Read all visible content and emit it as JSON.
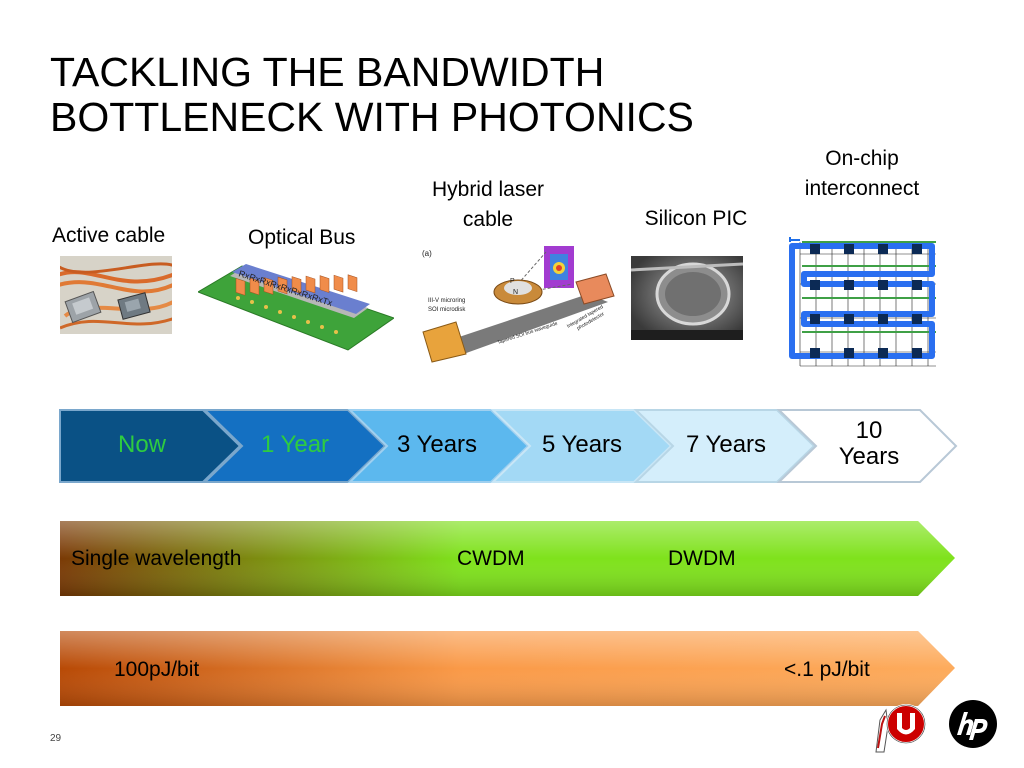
{
  "slide": {
    "title_line1": "TACKLING THE BANDWIDTH",
    "title_line2": "BOTTLENECK WITH PHOTONICS",
    "page_number": "29"
  },
  "technologies": [
    {
      "label": "Active cable",
      "icon": "cable-photo"
    },
    {
      "label": "Optical Bus",
      "icon": "optical-bus-diagram"
    },
    {
      "label_line1": "Hybrid laser",
      "label_line2": "cable",
      "icon": "microring-laser-diagram",
      "figure_texts": {
        "panel": "(a)",
        "t1": "III-V microring",
        "t2": "SOI microdisk",
        "t3": "Tapered SOI bus waveguide",
        "t4": "Integrated tapered",
        "t5": "photodetector",
        "p": "P",
        "n": "N"
      }
    },
    {
      "label": "Silicon PIC",
      "icon": "sem-micrograph"
    },
    {
      "label_line1": "On-chip",
      "label_line2": "interconnect",
      "icon": "mesh-network-diagram"
    }
  ],
  "optical_bus_text": "RxRxRxRxRxRxRxRxTx",
  "timeline": {
    "stages": [
      {
        "label": "Now",
        "color": "#0a5185",
        "text_color": "#2ecc40"
      },
      {
        "label": "1 Year",
        "color": "#1470c2",
        "text_color": "#2ecc40"
      },
      {
        "label": "3 Years",
        "color": "#5cb8ee",
        "text_color": "#000000"
      },
      {
        "label": "5 Years",
        "color": "#a3d9f5",
        "text_color": "#000000"
      },
      {
        "label": "7 Years",
        "color": "#d4eefb",
        "text_color": "#000000"
      },
      {
        "label_line1": "10",
        "label_line2": "Years",
        "color": "#ffffff",
        "text_color": "#000000"
      }
    ]
  },
  "wavelength_bar": {
    "labels": [
      "Single wavelength",
      "CWDM",
      "DWDM"
    ],
    "gradient_from": "#7a3a05",
    "gradient_to": "#7fe21c"
  },
  "energy_bar": {
    "labels": [
      "100pJ/bit",
      "<.1 pJ/bit"
    ],
    "gradient_from": "#b84a06",
    "gradient_to": "#fdab5c"
  },
  "logos": [
    "utah-logo",
    "hp-logo"
  ]
}
